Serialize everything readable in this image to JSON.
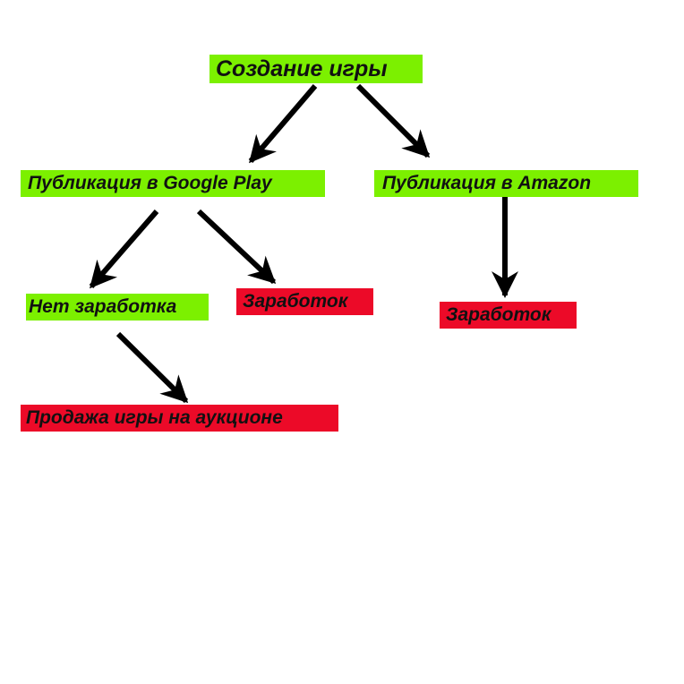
{
  "diagram": {
    "nodes": {
      "root": {
        "label": "Создание игры"
      },
      "google_play": {
        "label": "Публикация в Google Play"
      },
      "amazon": {
        "label": "Публикация в Amazon"
      },
      "no_income": {
        "label": "Нет заработка"
      },
      "income_google": {
        "label": "Заработок"
      },
      "income_amazon": {
        "label": "Заработок"
      },
      "auction_sale": {
        "label": "Продажа игры на аукционе"
      }
    },
    "edges": [
      {
        "from": "root",
        "to": "google_play"
      },
      {
        "from": "root",
        "to": "amazon"
      },
      {
        "from": "google_play",
        "to": "no_income"
      },
      {
        "from": "google_play",
        "to": "income_google"
      },
      {
        "from": "amazon",
        "to": "income_amazon"
      },
      {
        "from": "no_income",
        "to": "auction_sale"
      }
    ]
  },
  "colors": {
    "positive_node": "#7cf000",
    "negative_node": "#ec0a28",
    "arrow": "#000000",
    "background": "#ffffff"
  }
}
